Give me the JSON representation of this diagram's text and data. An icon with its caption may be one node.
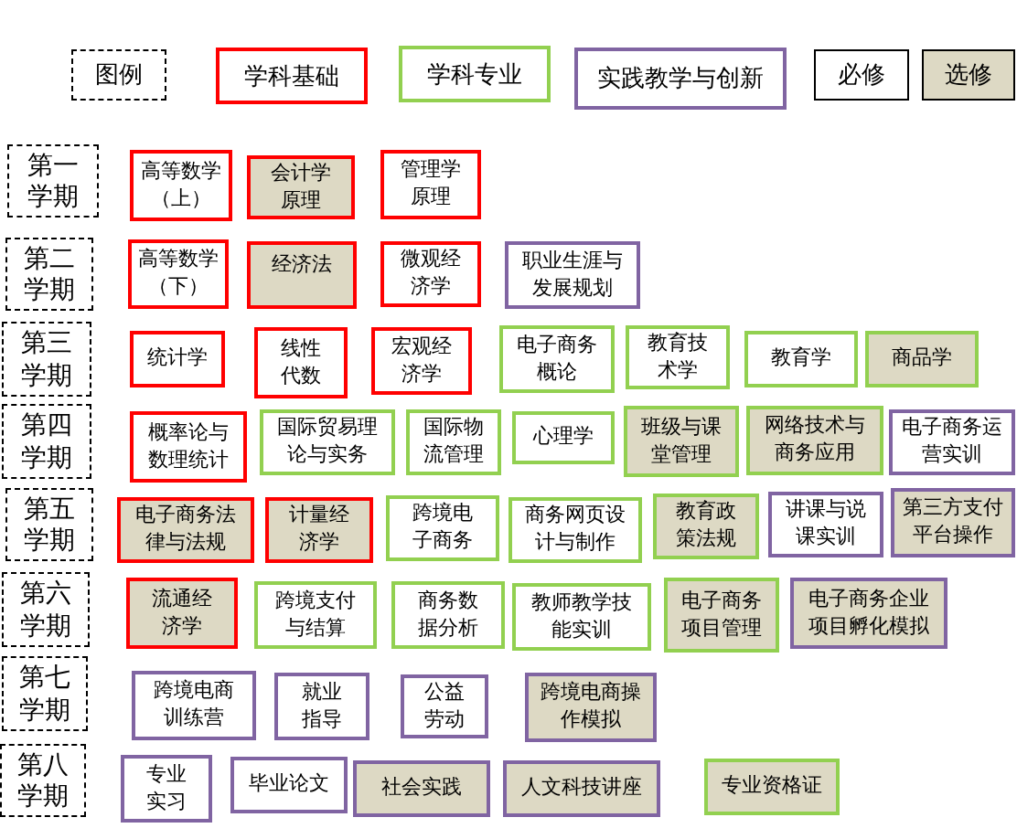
{
  "diagram": {
    "nodes": [
      {
        "text": [
          "第一学期"
        ]
      },
      {
        "text": [
          "高等数学（上）"
        ]
      },
      {
        "text": [
          "会计学原理"
        ]
      },
      {
        "text": [
          "管理学原理"
        ]
      },
      {
        "text": [
          "第二学期"
        ]
      },
      {
        "text": [
          "高等数学（下）"
        ]
      },
      {
        "text": [
          "经济法"
        ]
      },
      {
        "text": [
          "微观经济学"
        ]
      },
      {
        "text": [
          "职业生涯与发展规划"
        ]
      },
      {
        "text": [
          "第三学期"
        ]
      },
      {
        "text": [
          "统计学"
        ]
      },
      {
        "text": [
          "线性代数"
        ]
      },
      {
        "text": [
          "宏观经济学"
        ]
      },
      {
        "text": [
          "电子商务概论"
        ]
      },
      {
        "text": [
          "教育技术学"
        ]
      },
      {
        "text": [
          "教育学"
        ]
      },
      {
        "text": [
          "商品学"
        ]
      },
      {
        "text": [
          "第四学期"
        ]
      },
      {
        "text": [
          "概率论与数理统计"
        ]
      },
      {
        "text": [
          "国际贸易理论与实务"
        ]
      },
      {
        "text": [
          "国际物流管理"
        ]
      },
      {
        "text": [
          "心理学"
        ]
      },
      {
        "text": [
          "班级与课堂管理"
        ]
      },
      {
        "text": [
          "网络技术与商务应用"
        ]
      },
      {
        "text": [
          "电子商务运营实训"
        ]
      },
      {
        "text": [
          "第五学期"
        ]
      },
      {
        "text": [
          "电子商务法律与法规"
        ]
      },
      {
        "text": [
          "计量经济学"
        ]
      },
      {
        "text": [
          "跨境电子商务"
        ]
      },
      {
        "text": [
          "商务网页设计与制作"
        ]
      },
      {
        "text": [
          "教育政策法规"
        ]
      },
      {
        "text": [
          "讲课与说课实训"
        ]
      },
      {
        "text": [
          "第三方支付平台操作"
        ]
      },
      {
        "text": [
          "第六学期"
        ]
      },
      {
        "text": [
          "流通经济学"
        ]
      },
      {
        "text": [
          "跨境支付与结算"
        ]
      },
      {
        "text": [
          "商务数据分析"
        ]
      },
      {
        "text": [
          "教师教学技能实训"
        ]
      },
      {
        "text": [
          "电子商务项目管理"
        ]
      },
      {
        "text": [
          "电子商务企业项目孵化模拟"
        ]
      },
      {
        "text": [
          "第七学期"
        ]
      },
      {
        "text": [
          "跨境电商训练营"
        ]
      },
      {
        "text": [
          "就业指导"
        ]
      },
      {
        "text": [
          "公益劳动"
        ]
      },
      {
        "text": [
          "跨境电商操作模拟"
        ]
      },
      {
        "text": [
          "第八学期"
        ]
      },
      {
        "text": [
          "专业实习"
        ]
      },
      {
        "text": [
          "毕业论文"
        ]
      },
      {
        "text": [
          "社会实践"
        ]
      },
      {
        "text": [
          "人文科技讲座"
        ]
      },
      {
        "text": [
          "专业资格证"
        ]
      }
    ],
    "labels": [
      "图例"
    ],
    "legend": [
      {
        "text": "学科基础",
        "color": "#ff0000"
      },
      {
        "text": "学科专业",
        "color": "#92d050"
      },
      {
        "text": "实践教学与创新",
        "color": "#8064a2"
      },
      {
        "text": "必修",
        "color": "#ffffff"
      },
      {
        "text": "选修",
        "color": "#ddd9c4"
      }
    ]
  }
}
